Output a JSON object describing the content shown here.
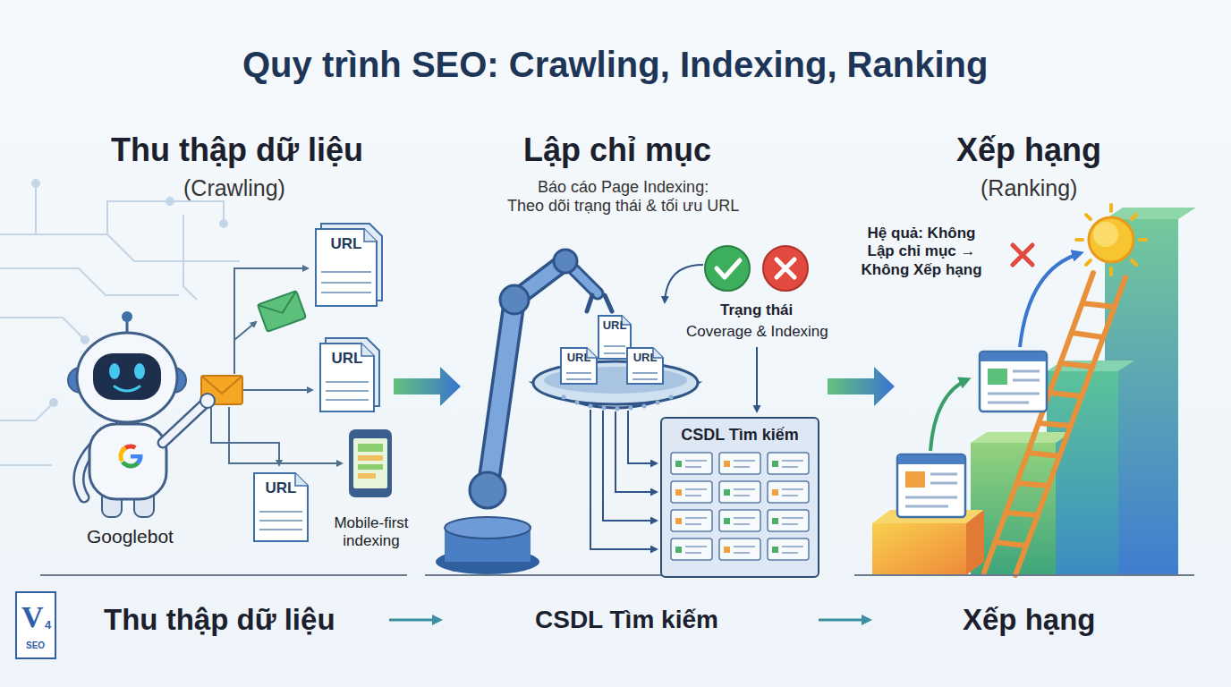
{
  "diagram": {
    "title": "Quy trình SEO: Crawling, Indexing, Ranking",
    "nodes": [
      {
        "text": [
          "URL"
        ]
      },
      {
        "text": [
          "URL"
        ]
      },
      {
        "text": [
          "URL"
        ]
      },
      {
        "text": [
          "URL"
        ]
      },
      {
        "text": [
          "URL"
        ]
      },
      {
        "text": [
          "URL"
        ]
      },
      {
        "text": [
          "CSDL Tìm kiếm"
        ]
      }
    ],
    "labels": [
      "Thu thập dữ liệu",
      "(Crawling)",
      "Lập chỉ mục",
      "Báo cáo Page Indexing:",
      "Theo dõi trạng thái & tối ưu URL",
      "Xếp hạng",
      "(Ranking)",
      "Googlebot",
      "Mobile-first indexing",
      "Trạng thái",
      "Coverage & Indexing",
      "Hệ quả: Không Lập chỉ mục → Không Xếp hạng",
      "Thu thập dữ liệu",
      "CSDL Tìm kiếm",
      "Xếp hạng",
      "V",
      "4",
      "SEO"
    ]
  }
}
